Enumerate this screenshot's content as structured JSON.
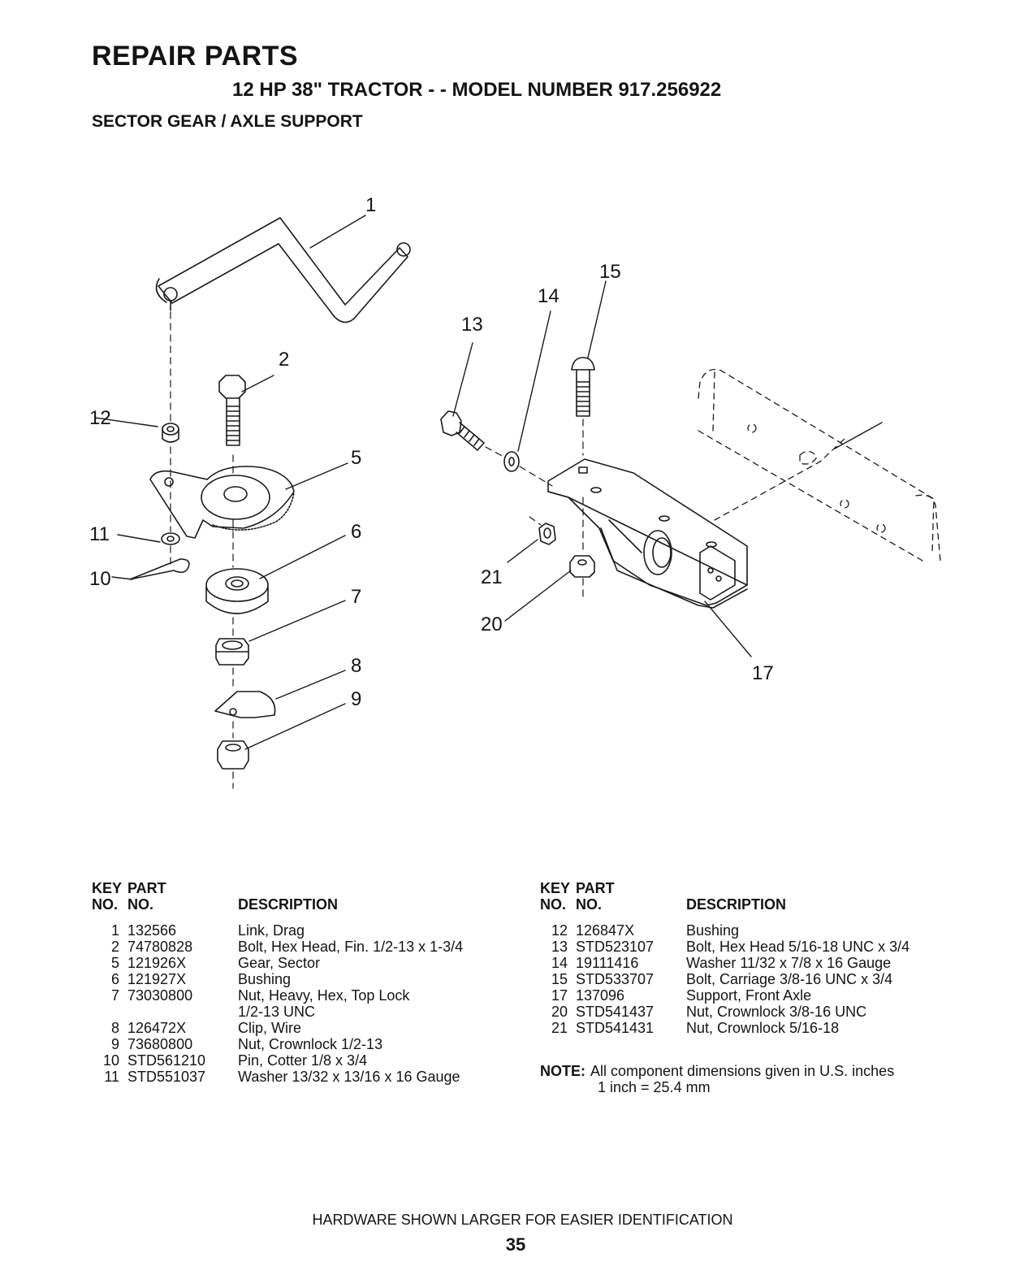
{
  "header": {
    "title": "REPAIR PARTS",
    "subtitle": "12 HP 38\" TRACTOR - - MODEL NUMBER 917.256922",
    "section": "SECTOR GEAR / AXLE SUPPORT"
  },
  "diagram": {
    "callouts": [
      "1",
      "2",
      "5",
      "6",
      "7",
      "8",
      "9",
      "10",
      "11",
      "12",
      "13",
      "14",
      "15",
      "17",
      "20",
      "21"
    ]
  },
  "table_headers": {
    "key_line1": "KEY",
    "key_line2": "NO.",
    "part_line1": "PART",
    "part_line2": "NO.",
    "description": "DESCRIPTION"
  },
  "parts_left": [
    {
      "key": "1",
      "part": "132566",
      "description": "Link, Drag"
    },
    {
      "key": "2",
      "part": "74780828",
      "description": "Bolt, Hex Head, Fin. 1/2-13 x 1-3/4"
    },
    {
      "key": "5",
      "part": "121926X",
      "description": "Gear, Sector"
    },
    {
      "key": "6",
      "part": "121927X",
      "description": "Bushing"
    },
    {
      "key": "7",
      "part": "73030800",
      "description": "Nut, Heavy, Hex, Top Lock"
    },
    {
      "key": "",
      "part": "",
      "description": "1/2-13 UNC"
    },
    {
      "key": "8",
      "part": "126472X",
      "description": "Clip, Wire"
    },
    {
      "key": "9",
      "part": "73680800",
      "description": "Nut, Crownlock 1/2-13"
    },
    {
      "key": "10",
      "part": "STD561210",
      "description": "Pin, Cotter 1/8 x 3/4"
    },
    {
      "key": "11",
      "part": "STD551037",
      "description": "Washer 13/32 x 13/16 x 16 Gauge"
    }
  ],
  "parts_right": [
    {
      "key": "12",
      "part": "126847X",
      "description": "Bushing"
    },
    {
      "key": "13",
      "part": "STD523107",
      "description": "Bolt, Hex Head 5/16-18 UNC x 3/4"
    },
    {
      "key": "14",
      "part": "19111416",
      "description": "Washer 11/32 x 7/8 x 16 Gauge"
    },
    {
      "key": "15",
      "part": "STD533707",
      "description": "Bolt, Carriage 3/8-16 UNC x 3/4"
    },
    {
      "key": "17",
      "part": "137096",
      "description": "Support, Front Axle"
    },
    {
      "key": "20",
      "part": "STD541437",
      "description": "Nut, Crownlock 3/8-16 UNC"
    },
    {
      "key": "21",
      "part": "STD541431",
      "description": "Nut, Crownlock 5/16-18"
    }
  ],
  "note": {
    "label": "NOTE:",
    "line1": "All component dimensions given in U.S. inches",
    "line2": "1 inch = 25.4 mm"
  },
  "footer": {
    "caption": "HARDWARE SHOWN LARGER FOR EASIER IDENTIFICATION",
    "page_number": "35"
  }
}
